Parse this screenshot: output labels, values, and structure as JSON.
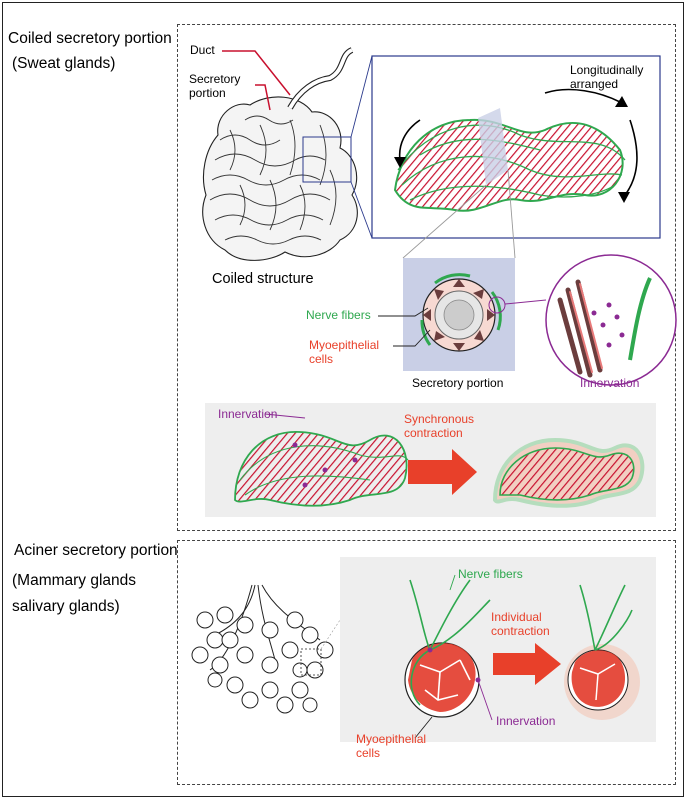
{
  "coiled": {
    "title": "Coiled secretory portion",
    "subtitle": "(Sweat glands)",
    "duct_label": "Duct",
    "secretory_label_line1": "Secretory",
    "secretory_label_line2": "portion",
    "coiled_structure_label": "Coiled structure",
    "longitudinal_line1": "Longitudinally",
    "longitudinal_line2": "arranged",
    "nerve_fibers_label": "Nerve fibers",
    "myo_line1": "Myoepithelial",
    "myo_line2": "cells",
    "cross_section_label": "Secretory portion",
    "innervation_circle_label": "Innervation",
    "panel_innervation_label": "Innervation",
    "sync_line1": "Synchronous",
    "sync_line2": "contraction"
  },
  "acinar": {
    "title": "Aciner secretory portion",
    "subtitle_line1": "(Mammary glands",
    "subtitle_line2": "salivary glands)",
    "nerve_fibers_label": "Nerve fibers",
    "individual_line1": "Individual",
    "individual_line2": "contraction",
    "myo_line1": "Myoepithelial",
    "myo_line2": "cells",
    "innervation_label": "Innervation"
  },
  "colors": {
    "nerve": "#2fa84f",
    "muscle": "#e23a2a",
    "innervation": "#8b2a93",
    "leader": "#c8102e",
    "panel": "#eeeeee",
    "arrow": "#e8402a"
  }
}
